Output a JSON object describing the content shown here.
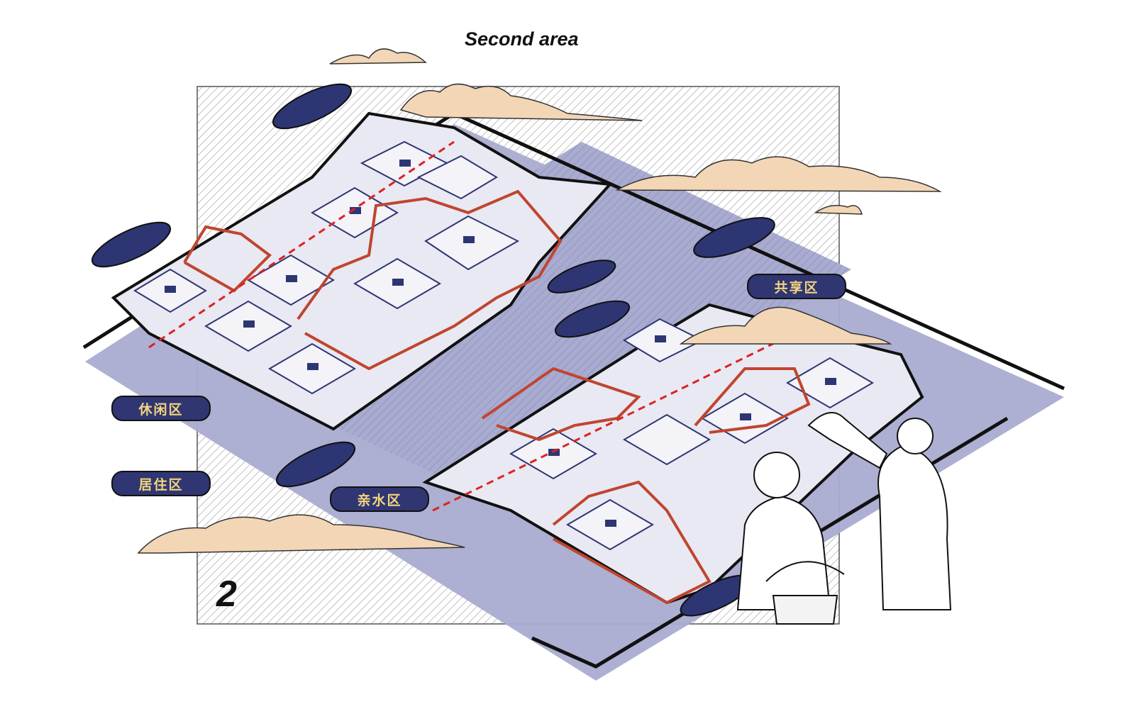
{
  "title": "Second area",
  "area_number": "2",
  "zones": {
    "shared": "共享区",
    "leisure": "休闲区",
    "residential": "居住区",
    "waterfront": "亲水区"
  },
  "colors": {
    "water": "#a9acd0",
    "water_dark": "#2e3573",
    "pill_bg": "#2f3672",
    "pill_text": "#f3d47e",
    "route": "#c0452f",
    "cloud": "#f2d6b6"
  }
}
